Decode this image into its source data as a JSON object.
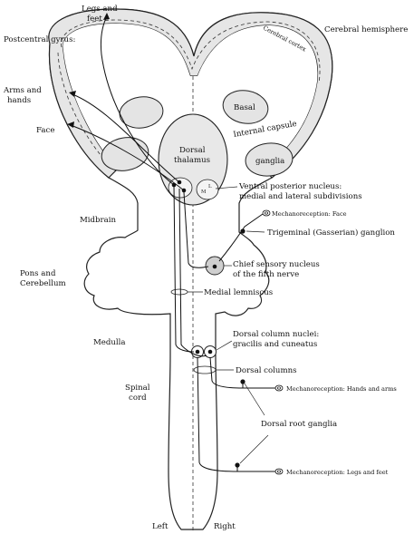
{
  "labels": {
    "legs_and_feet": [
      "Legs and",
      "feet"
    ],
    "postcentral_gyrus": "Postcentral gyrus:",
    "arms_and_hands": [
      "Arms and",
      "hands"
    ],
    "face": "Face",
    "cerebral_hemisphere": "Cerebral hemisphere",
    "cerebral_cortex": "Cerebral cortex",
    "basal": "Basal",
    "internal_capsule": "Internal capsule",
    "ganglia": "ganglia",
    "dorsal_thalamus": [
      "Dorsal",
      "thalamus"
    ],
    "m_label": "M",
    "l_label": "L",
    "vpn": [
      "Ventral posterior nucleus:",
      "medial and lateral subdivisions"
    ],
    "midbrain": "Midbrain",
    "mech_face": "Mechanoreception: Face",
    "trigeminal": "Trigeminal (Gasserian) ganglion",
    "pons": [
      "Pons and",
      "Cerebellum"
    ],
    "chief_sensory": [
      "Chief sensory nucleus",
      "of the fifth nerve"
    ],
    "medial_lemniscus": "Medial lemniscus",
    "medulla": "Medulla",
    "dcn": [
      "Dorsal column nuclei:",
      "gracilis and cuneatus"
    ],
    "dorsal_columns": "Dorsal columns",
    "mech_hands": "Mechanoreception: Hands and arms",
    "spinal_cord": [
      "Spinal",
      "cord"
    ],
    "drg": "Dorsal root ganglia",
    "mech_legs": "Mechanoreception: Legs and feet",
    "left": "Left",
    "right": "Right"
  }
}
